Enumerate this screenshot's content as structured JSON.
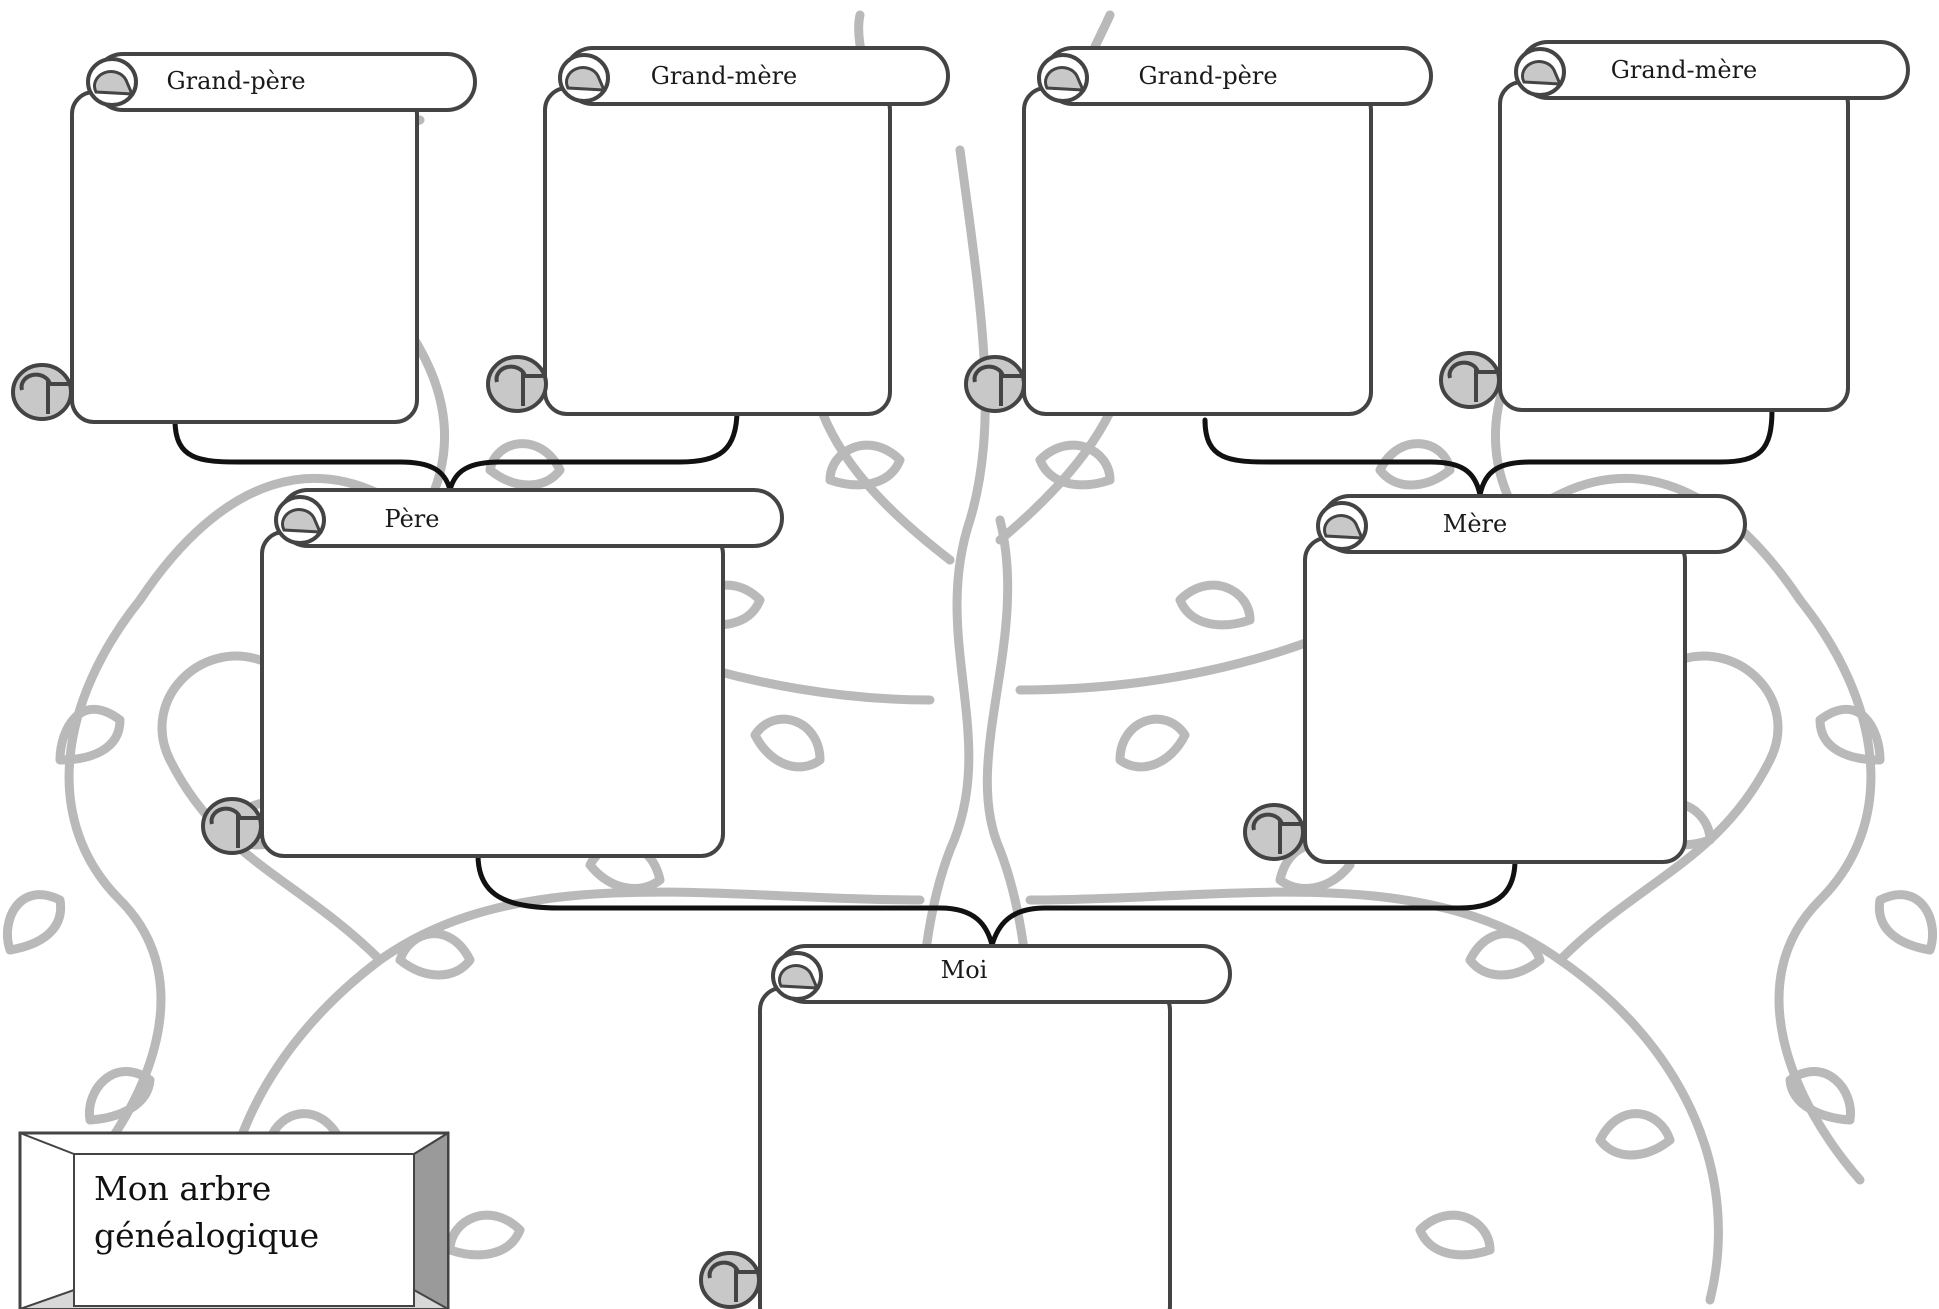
{
  "title_plate": {
    "line1": "Mon arbre",
    "line2": "généalogique"
  },
  "scrolls": {
    "grand_pere_paternel": "Grand-père",
    "grand_mere_paternelle": "Grand-mère",
    "grand_pere_maternel": "Grand-père",
    "grand_mere_maternelle": "Grand-mère",
    "pere": "Père",
    "mere": "Mère",
    "moi": "Moi"
  },
  "colors": {
    "outline": "#444444",
    "connector": "#111111",
    "curl_fill": "#c8c8c8",
    "tree_stroke": "#b9b9b9",
    "plate_bevel_dark": "#9a9a9a",
    "plate_bevel_light": "#d8d8d8"
  },
  "background": {
    "decoration": "celtic-tree-of-life",
    "tint": "light-grey"
  }
}
